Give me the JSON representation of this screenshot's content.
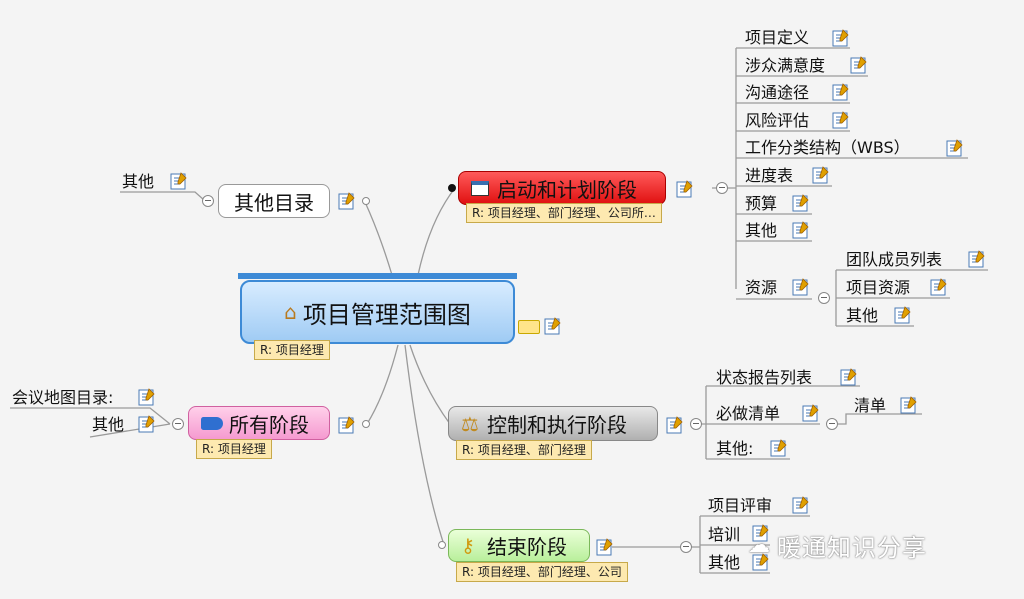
{
  "central": {
    "title": "项目管理范围图",
    "tag": "R: 项目经理",
    "icon": "house-icon",
    "color": "#9fcbf4"
  },
  "branches": {
    "start": {
      "title": "启动和计划阶段",
      "tag": "R: 项目经理、部门经理、公司所…",
      "icon": "calendar-icon",
      "color": "#e01010",
      "children": [
        "项目定义",
        "涉众满意度",
        "沟通途径",
        "风险评估",
        "工作分类结构（WBS）",
        "进度表",
        "预算",
        "其他",
        "资源"
      ],
      "resources": [
        "团队成员列表",
        "项目资源",
        "其他"
      ]
    },
    "control": {
      "title": "控制和执行阶段",
      "tag": "R: 项目经理、部门经理",
      "icon": "scales-icon",
      "color": "#b0b0b0",
      "children": [
        "状态报告列表",
        "必做清单",
        "其他:"
      ],
      "todo": [
        "清单"
      ]
    },
    "close": {
      "title": "结束阶段",
      "tag": "R: 项目经理、部门经理、公司",
      "icon": "key-icon",
      "color": "#b9ef9b",
      "children": [
        "项目评审",
        "培训",
        "其他"
      ]
    },
    "all": {
      "title": "所有阶段",
      "tag": "R: 项目经理",
      "icon": "megaphone-icon",
      "color": "#f59ad0",
      "children": [
        "会议地图目录:",
        "其他"
      ]
    },
    "other": {
      "title": "其他目录",
      "children": [
        "其他"
      ]
    }
  },
  "watermark": "暖通知识分享"
}
